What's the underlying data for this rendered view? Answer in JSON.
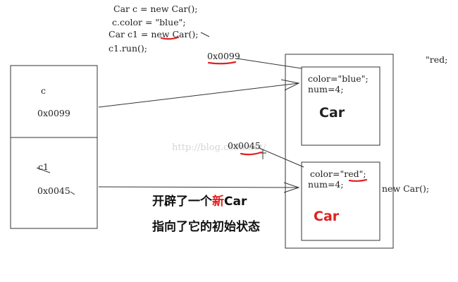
{
  "code": {
    "line1": "Car c = new Car();",
    "line2": "c.color = \"blue\";",
    "line3": "Car c1 = new Car();",
    "line4": "c1.run();"
  },
  "stack": {
    "var_c": "c",
    "addr_c": "0x0099",
    "var_c1": "c1",
    "addr_c1": "0x0045"
  },
  "heap": {
    "addr_top": "0x0099",
    "addr_bottom": "0x0045",
    "obj1_color": "color=\"blue\";",
    "obj1_num": "num=4;",
    "obj1_label": "Car",
    "obj2_color": "color=\"red\";",
    "obj2_num": "num=4;",
    "obj2_label": "Car"
  },
  "annotations": {
    "red_note": "\"red;",
    "new_car": "new Car();",
    "line_a_pre": "开辟了一个",
    "line_a_red": "新",
    "line_a_post": "Car",
    "line_b": "指向了它的初始状态",
    "watermark": "http://blog.csdn.net/"
  },
  "colors": {
    "red": "#e02020",
    "ink": "#222222",
    "line": "#333333",
    "watermark": "#d8d8d8"
  }
}
